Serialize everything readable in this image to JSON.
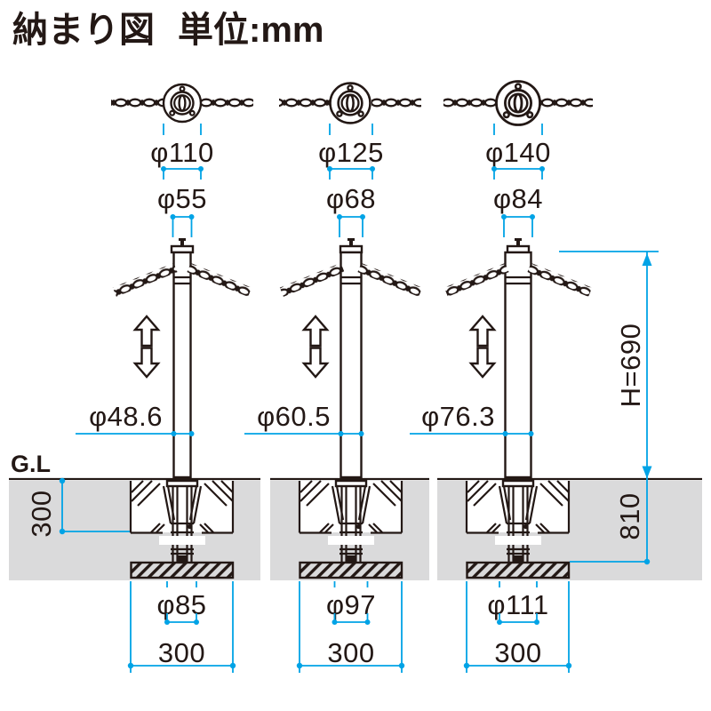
{
  "title": "納まり図",
  "unit_label": "単位:mm",
  "ground_line_label": "G.L",
  "colors": {
    "line_color": "#231815",
    "dimension_color": "#00a3e6",
    "ground_fill": "#dadadb"
  },
  "left_dimension": {
    "foundation_depth": "300"
  },
  "right_dimension": {
    "height_above_ground": "H=690",
    "below_ground_total": "810"
  },
  "posts": [
    {
      "flange_dia": "φ110",
      "cap_dia": "φ55",
      "pipe_dia": "φ48.6",
      "base_plate_dia": "φ85",
      "foundation_width": "300"
    },
    {
      "flange_dia": "φ125",
      "cap_dia": "φ68",
      "pipe_dia": "φ60.5",
      "base_plate_dia": "φ97",
      "foundation_width": "300"
    },
    {
      "flange_dia": "φ140",
      "cap_dia": "φ84",
      "pipe_dia": "φ76.3",
      "base_plate_dia": "φ111",
      "foundation_width": "300"
    }
  ]
}
